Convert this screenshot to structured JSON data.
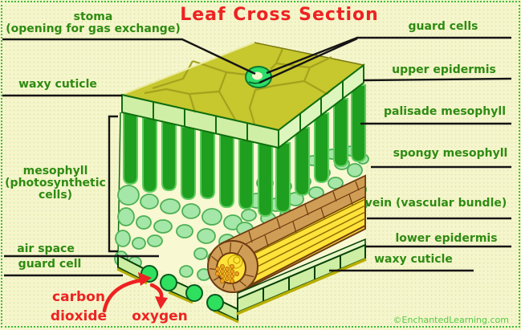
{
  "title": "Leaf Cross Section",
  "watermark": "©EnchantedLearning.com",
  "labels": {
    "stoma": {
      "line1": "stoma",
      "line2": "(opening for gas exchange)"
    },
    "waxy_cuticle_top": "waxy cuticle",
    "mesophyll": {
      "line1": "mesophyll",
      "line2": "(photosynthetic",
      "line3": "cells)"
    },
    "air_space": "air space",
    "guard_cell": "guard cell",
    "carbon_dioxide": {
      "line1": "carbon",
      "line2": "dioxide"
    },
    "oxygen": "oxygen",
    "guard_cells": "guard cells",
    "upper_epidermis": "upper epidermis",
    "palisade_mesophyll": "palisade mesophyll",
    "spongy_mesophyll": "spongy mesophyll",
    "vein": "vein (vascular bundle)",
    "lower_epidermis": "lower epidermis",
    "waxy_cuticle_bottom": "waxy cuticle"
  },
  "colors": {
    "background": "#f6f6cd",
    "border_green": "#3bbf3b",
    "label_green": "#2e8b12",
    "title_red": "#ee2222",
    "pointer_line": "#151515",
    "leaf_top_face": "#c7c72e",
    "upper_epidermis_cell": "#cfeea6",
    "palisade_cell": "#1f9f1f",
    "spongy_cell": "#a5e7a8",
    "guard_cell": "#2ee05e",
    "vein_brown": "#cf9d55",
    "vein_yellow": "#ffe23a",
    "cuticle_olive": "#b8ae00",
    "watermark_green": "#55cc44"
  }
}
